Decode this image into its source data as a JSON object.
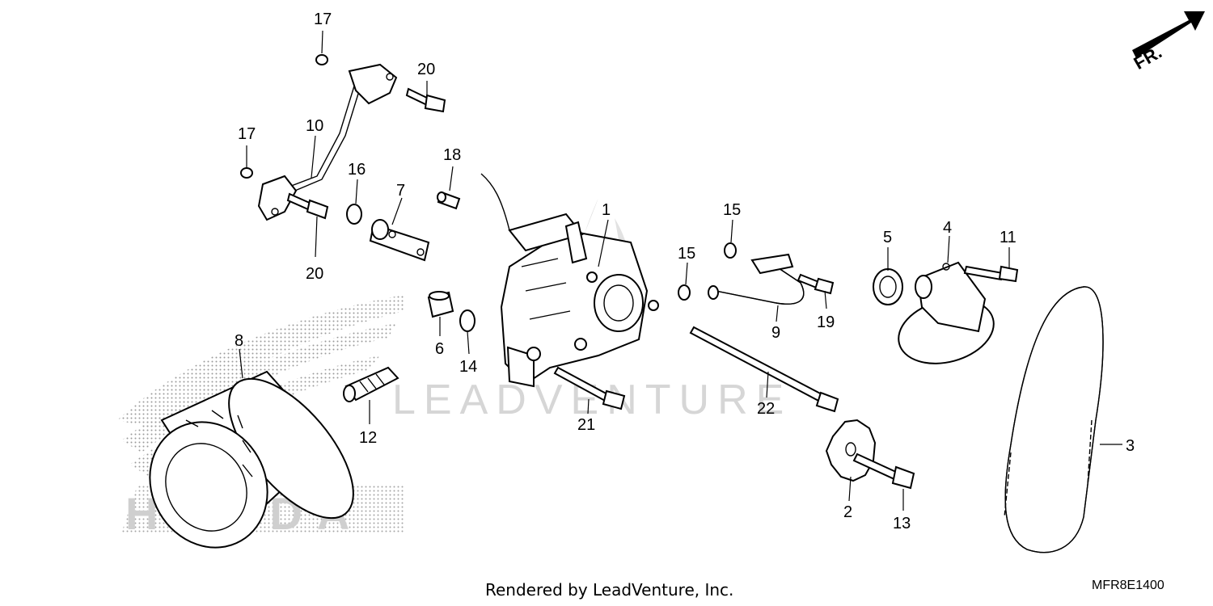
{
  "watermark": "LEADVENTURE",
  "brand_mark": "HONDA",
  "direction_label": "FR.",
  "footer": {
    "credit": "Rendered by LeadVenture, Inc.",
    "diagram_code": "MFR8E1400"
  },
  "callouts": {
    "c1": "1",
    "c2": "2",
    "c3": "3",
    "c4": "4",
    "c5": "5",
    "c6": "6",
    "c7": "7",
    "c8": "8",
    "c9": "9",
    "c10": "10",
    "c11": "11",
    "c12": "12",
    "c13": "13",
    "c14": "14",
    "c15a": "15",
    "c15b": "15",
    "c16": "16",
    "c17a": "17",
    "c17b": "17",
    "c18": "18",
    "c19": "19",
    "c20a": "20",
    "c20b": "20",
    "c21": "21",
    "c22": "22"
  }
}
